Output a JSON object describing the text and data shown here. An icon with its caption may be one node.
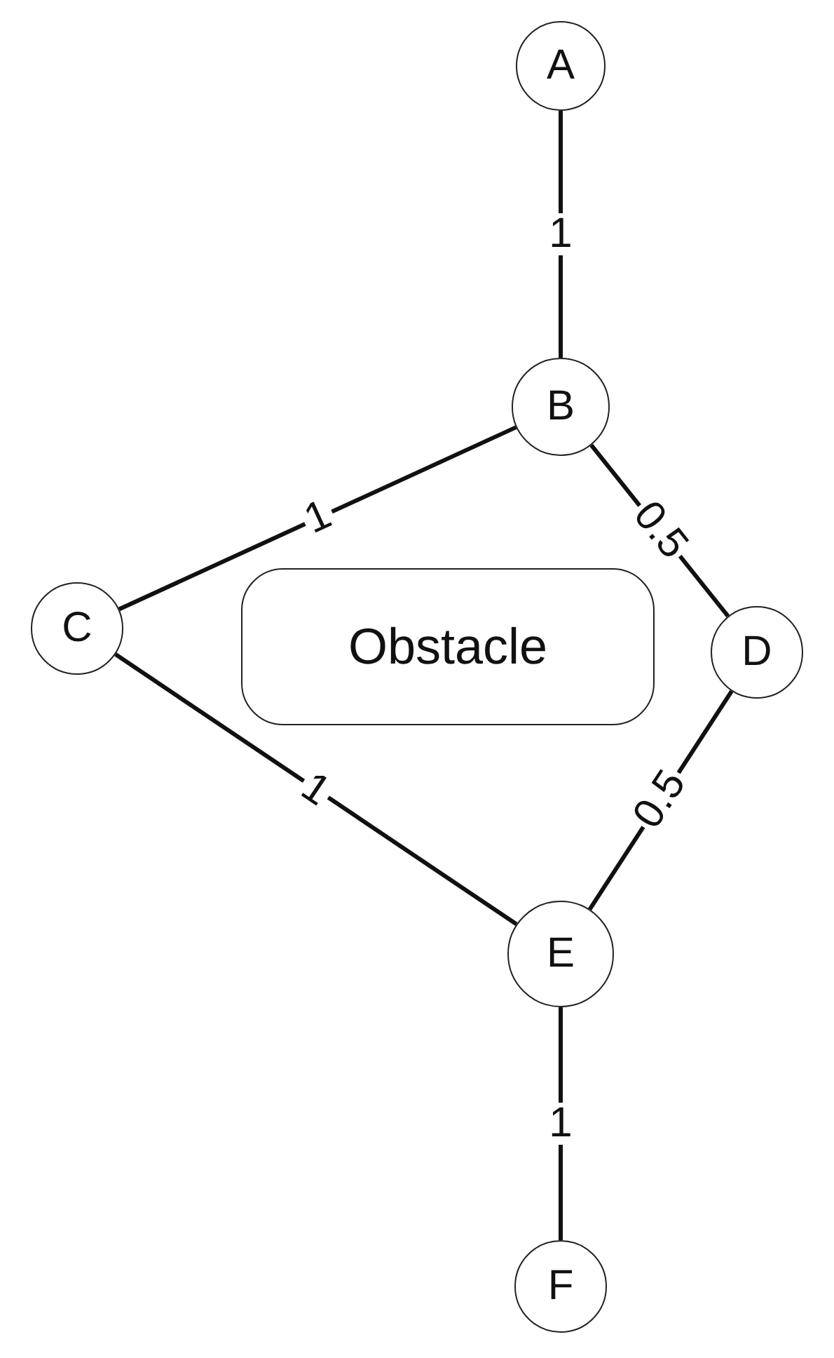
{
  "diagram": {
    "nodes": [
      {
        "text": [
          "A"
        ]
      },
      {
        "text": [
          "B"
        ]
      },
      {
        "text": [
          "C"
        ]
      },
      {
        "text": [
          "Obstacle"
        ]
      },
      {
        "text": [
          "D"
        ]
      },
      {
        "text": [
          "E"
        ]
      },
      {
        "text": [
          "F"
        ]
      }
    ],
    "edges": [
      {
        "from": 0,
        "to": 1,
        "arrow": "none",
        "label": "1"
      },
      {
        "from": 1,
        "to": 2,
        "arrow": "none",
        "label": "1"
      },
      {
        "from": 1,
        "to": 4,
        "arrow": "none",
        "label": "0.5"
      },
      {
        "from": 2,
        "to": 5,
        "arrow": "none",
        "label": "1"
      },
      {
        "from": 4,
        "to": 5,
        "arrow": "none",
        "label": "0.5"
      },
      {
        "from": 5,
        "to": 6,
        "arrow": "none",
        "label": "1"
      }
    ]
  }
}
